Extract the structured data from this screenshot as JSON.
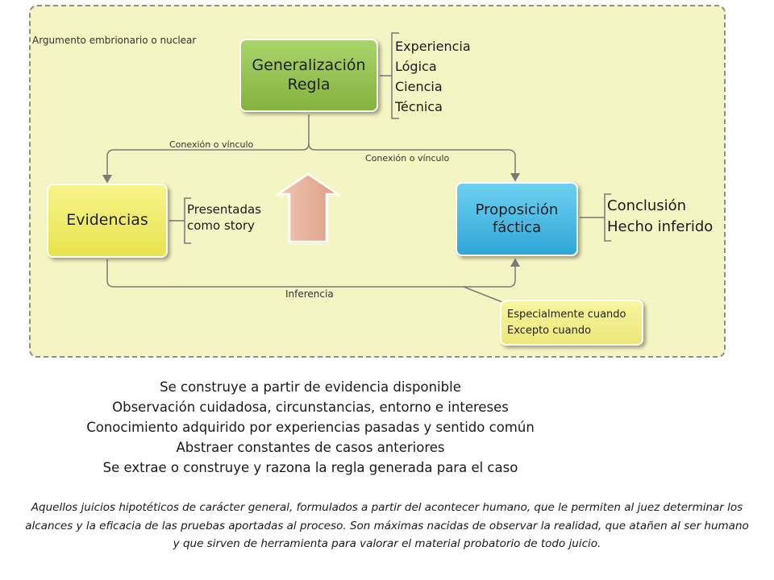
{
  "frame": {
    "label": "Argumento embrionario o nuclear",
    "background": "#f5f4c3",
    "border_color": "#8e8e8e"
  },
  "nodes": {
    "rule": {
      "lines": [
        "Generalización",
        "Regla"
      ],
      "color": "#95c250"
    },
    "evidence": {
      "lines": [
        "Evidencias"
      ],
      "color": "#efeb6a"
    },
    "proposition": {
      "lines": [
        "Proposición",
        "fáctica"
      ],
      "color": "#3db4e3"
    },
    "note": {
      "lines": [
        "Especialmente cuando",
        "Excepto cuando"
      ],
      "color": "#f3ef8c"
    }
  },
  "brackets": {
    "rule": [
      "Experiencia",
      "Lógica",
      "Ciencia",
      "Técnica"
    ],
    "evidence": [
      "Presentadas",
      "como story"
    ],
    "proposition": [
      "Conclusión",
      "Hecho inferido"
    ]
  },
  "edge_labels": {
    "rule_to_evidence": "Conexión o vínculo",
    "rule_to_proposition": "Conexión o vínculo",
    "inference": "Inferencia"
  },
  "up_arrow": {
    "icon": "up-arrow-icon",
    "color": "#e7b29a"
  },
  "center_text": [
    "Se construye a partir de evidencia disponible",
    "Observación cuidadosa, circunstancias, entorno e intereses",
    "Conocimiento adquirido por experiencias pasadas y sentido común",
    "Abstraer constantes de casos anteriores",
    "Se extrae o construye y razona la regla generada para el caso"
  ],
  "definition": "Aquellos juicios hipotéticos de carácter general, formulados a partir del acontecer humano, que le permiten al juez determinar los alcances y la eficacia de las pruebas aportadas al proceso.  Son máximas nacidas de observar la realidad, que atañen al ser humano y que sirven de herramienta para valorar el material probatorio de todo juicio."
}
